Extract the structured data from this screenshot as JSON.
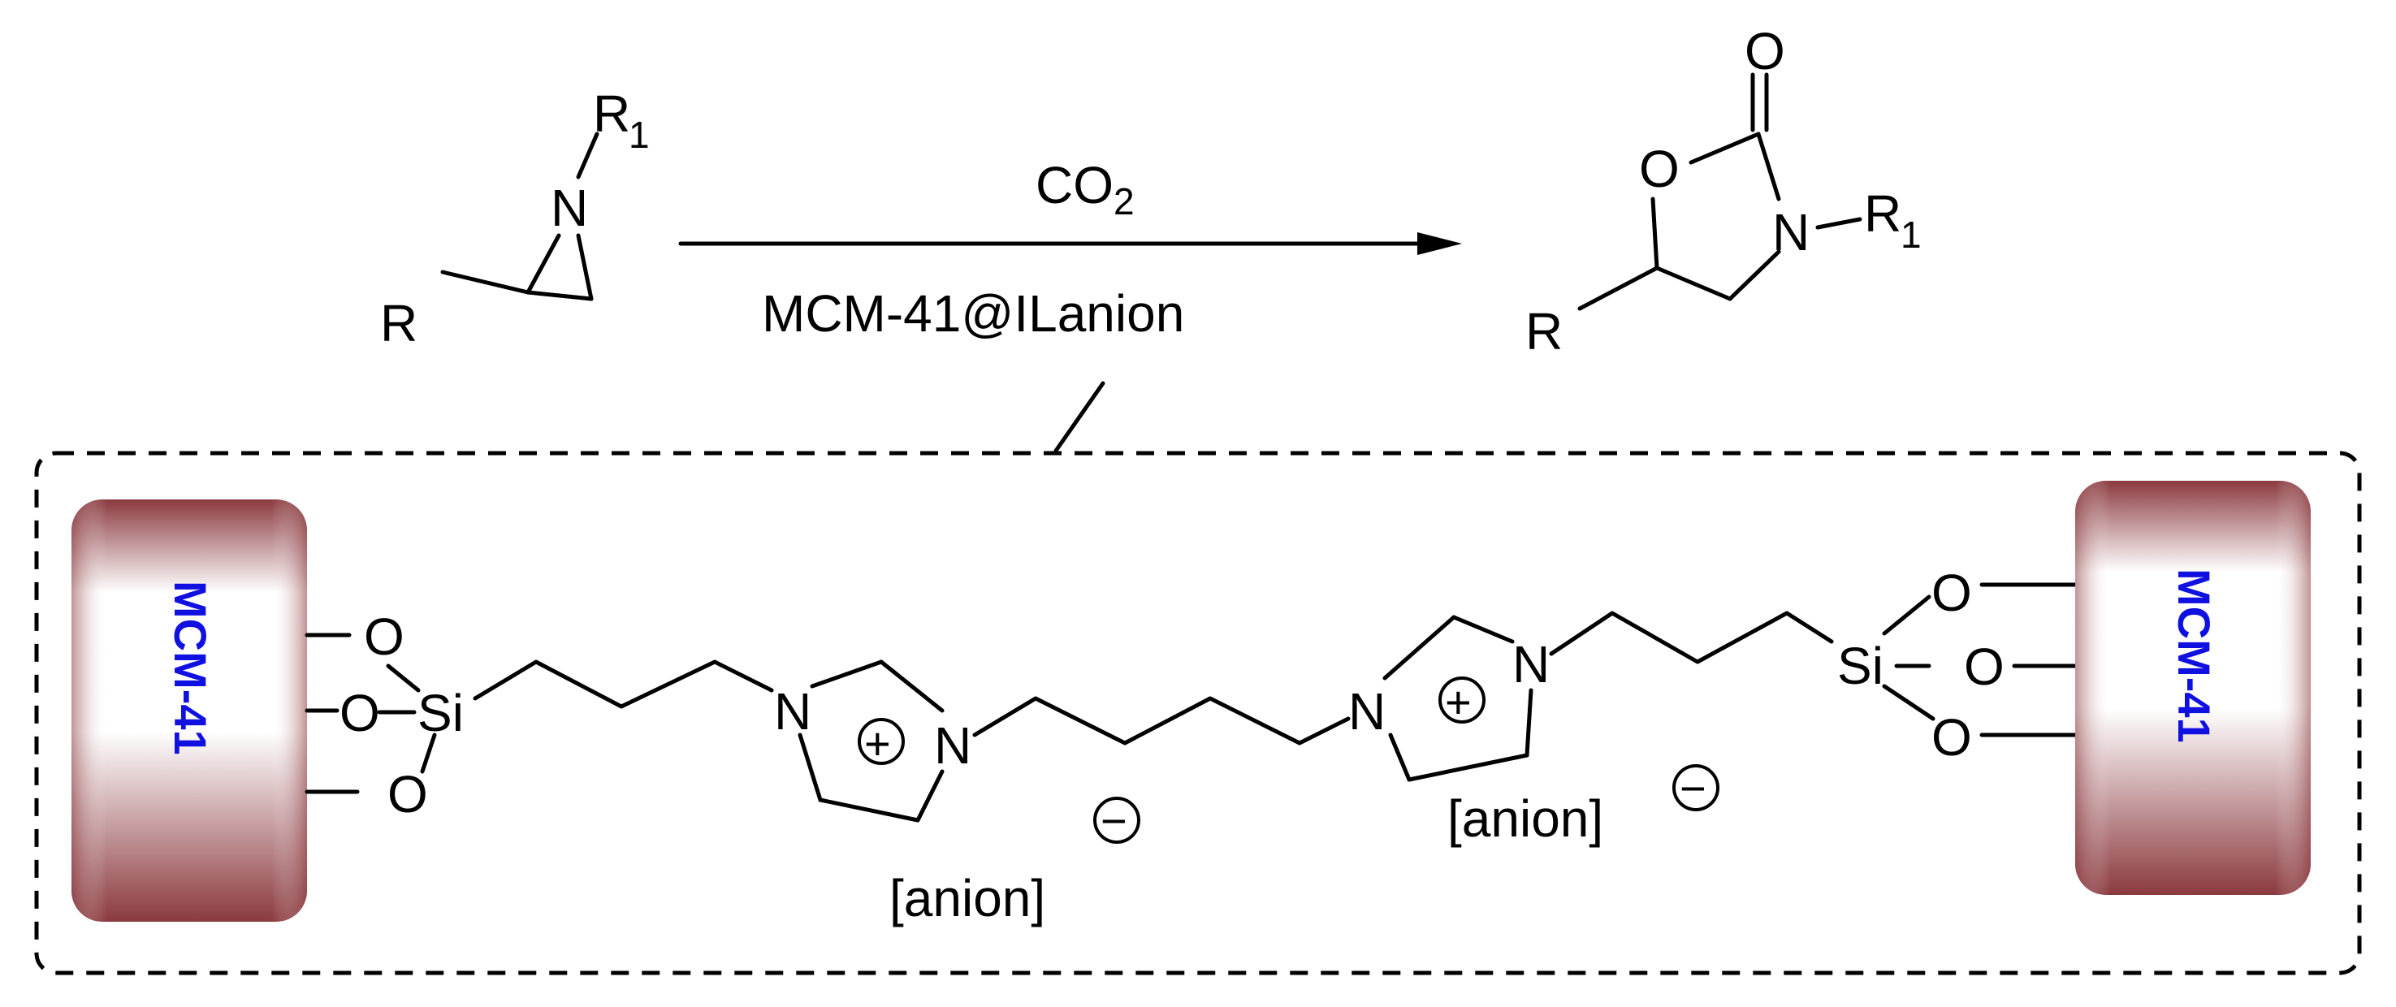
{
  "reaction": {
    "reactant": {
      "atoms": {
        "n": "N",
        "r1": "R",
        "r1_sub": "1",
        "r": "R"
      }
    },
    "conditions": {
      "above": "CO",
      "above_sub": "2",
      "below": "MCM-41@ILanion"
    },
    "product": {
      "atoms": {
        "o_carbonyl": "O",
        "o_ring": "O",
        "n": "N",
        "r1": "R",
        "r1_sub": "1",
        "r": "R"
      }
    }
  },
  "catalyst": {
    "support_label": "MCM-41",
    "support_color": "#8b3a3f",
    "label_color": "#1010e0",
    "left_linker": {
      "o1": "O",
      "o2": "O",
      "o3": "O",
      "si": "Si"
    },
    "cation_1": {
      "n1": "N",
      "n2": "N",
      "charge": "+",
      "anion_label": "[anion]",
      "anion_charge": "−"
    },
    "cation_2": {
      "n1": "N",
      "n2": "N",
      "charge": "+",
      "anion_label": "[anion]",
      "anion_charge": "−"
    },
    "right_linker": {
      "si": "Si",
      "o1": "O",
      "o2": "O",
      "o3": "O"
    }
  }
}
